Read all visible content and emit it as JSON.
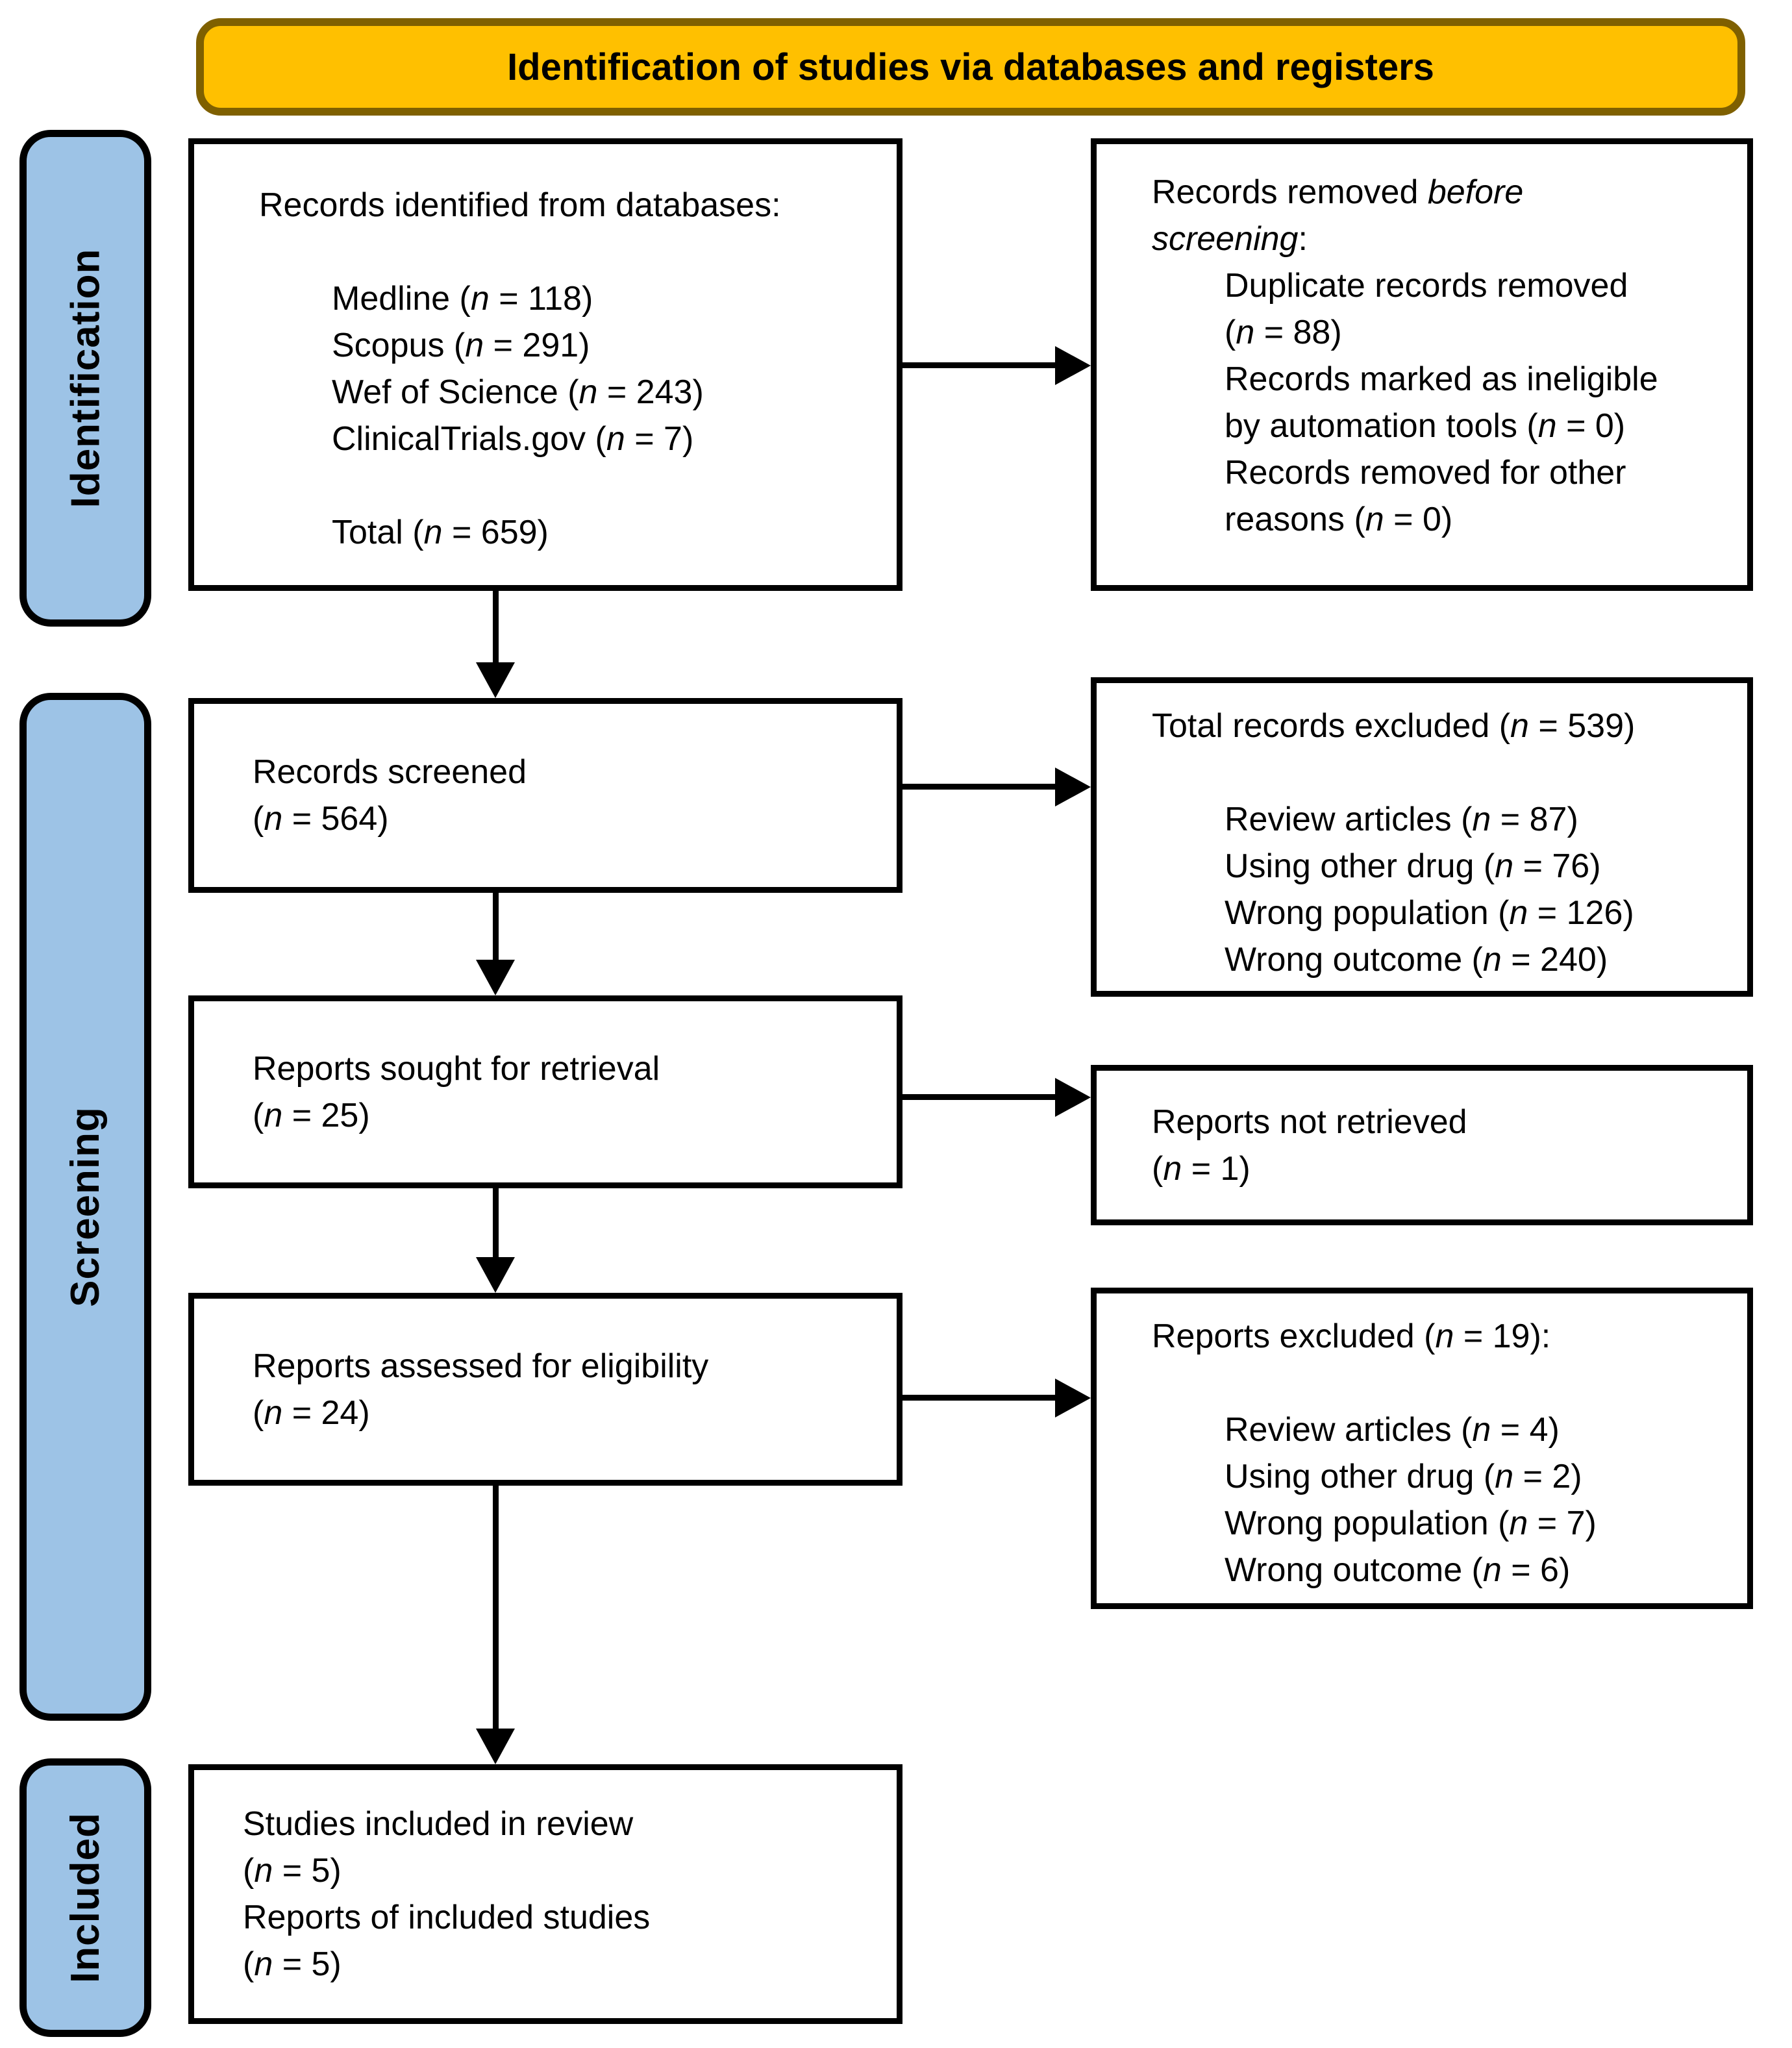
{
  "header": {
    "title": "Identification of studies via databases and registers"
  },
  "stages": {
    "identification": "Identification",
    "screening": "Screening",
    "included": "Included"
  },
  "colors": {
    "banner_fill": "#FFC000",
    "banner_border": "#7F6000",
    "stage_fill": "#9DC3E6",
    "box_border": "#000000",
    "background": "#FFFFFF"
  },
  "boxes": {
    "records_identified": {
      "lines": [
        "Records identified from databases:",
        "",
        "Medline (*n* = 118)",
        "Scopus (*n* = 291)",
        "Wef of Science (*n* = 243)",
        "ClinicalTrials.gov (*n* = 7)",
        "",
        "Total (*n* = 659)"
      ]
    },
    "records_removed": {
      "lines": [
        "Records removed *before*",
        "*screening*:",
        "Duplicate records removed",
        "(*n* = 88)",
        "Records marked as ineligible",
        "by automation tools (*n* = 0)",
        "Records removed for other",
        "reasons (*n* = 0)"
      ]
    },
    "records_screened": {
      "lines": [
        "Records screened",
        "(*n* = 564)"
      ]
    },
    "records_excluded": {
      "lines": [
        "Total records excluded (*n* = 539)",
        "",
        "Review articles (*n* = 87)",
        "Using other drug (*n* = 76)",
        "Wrong population (*n* = 126)",
        "Wrong outcome (*n* = 240)"
      ]
    },
    "reports_sought": {
      "lines": [
        "Reports sought for retrieval",
        "(*n* = 25)"
      ]
    },
    "reports_not_retrieved": {
      "lines": [
        "Reports not retrieved",
        "(*n* = 1)"
      ]
    },
    "reports_assessed": {
      "lines": [
        "Reports assessed for eligibility",
        "(*n* = 24)"
      ]
    },
    "reports_excluded": {
      "lines": [
        "Reports excluded (*n* = 19):",
        "",
        "Review articles (*n* = 4)",
        "Using other drug (*n* = 2)",
        "Wrong population (*n* = 7)",
        "Wrong outcome (*n* = 6)"
      ]
    },
    "studies_included": {
      "lines": [
        "Studies included in review",
        "(*n* = 5)",
        "Reports of included studies",
        "(*n* = 5)"
      ]
    }
  }
}
